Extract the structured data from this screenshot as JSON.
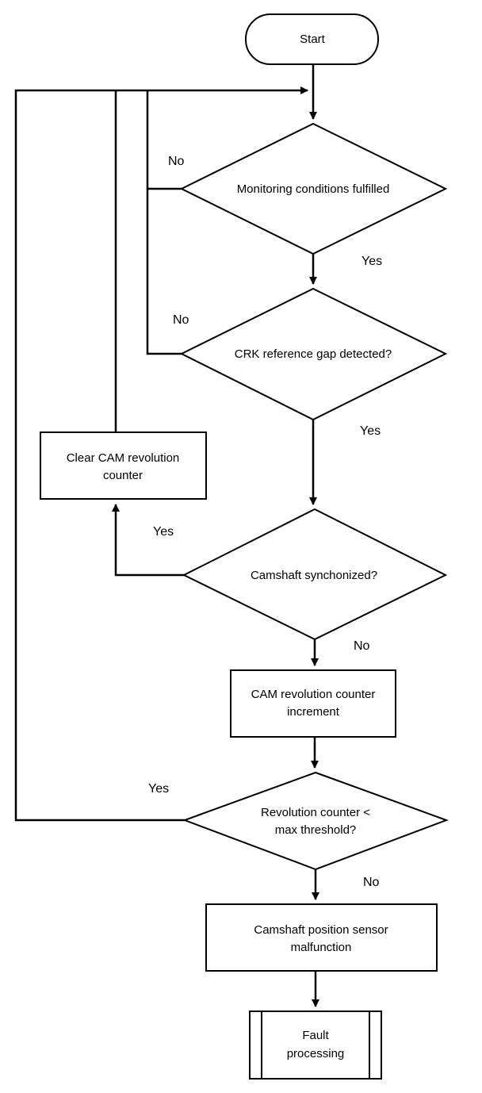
{
  "nodes": {
    "start": "Start",
    "monitoring": "Monitoring conditions fulfilled",
    "crk_gap": "CRK reference gap detected?",
    "camshaft_sync": "Camshaft synchonized?",
    "clear_counter": [
      "Clear CAM revolution",
      "counter"
    ],
    "increment": [
      "CAM revolution counter",
      "increment"
    ],
    "threshold": [
      "Revolution counter <",
      "max threshold?"
    ],
    "malfunction": [
      "Camshaft position sensor",
      "malfunction"
    ],
    "fault": [
      "Fault",
      "processing"
    ]
  },
  "edge_labels": {
    "monitoring_no": "No",
    "monitoring_yes": "Yes",
    "crk_no": "No",
    "crk_yes": "Yes",
    "sync_yes": "Yes",
    "sync_no": "No",
    "threshold_yes": "Yes",
    "threshold_no": "No"
  }
}
